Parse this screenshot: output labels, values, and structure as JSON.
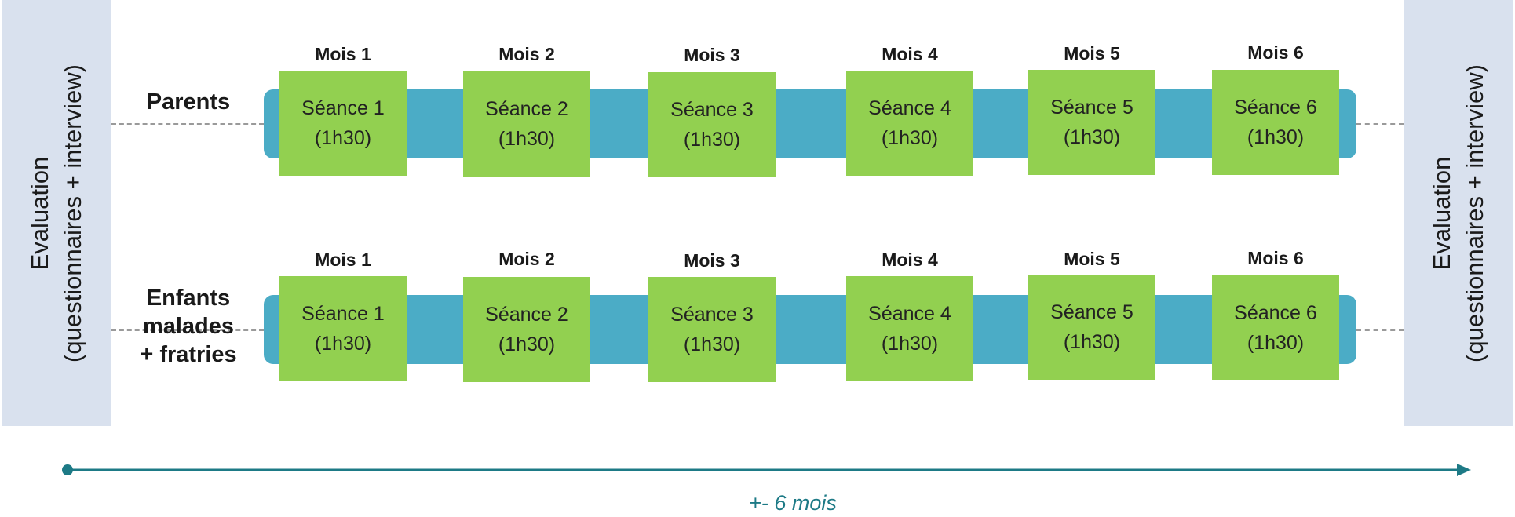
{
  "evaluation": {
    "left": {
      "line1": "Evaluation",
      "line2": "(questionnaires + interview)"
    },
    "right": {
      "line1": "Evaluation",
      "line2": "(questionnaires + interview)"
    }
  },
  "rows": [
    {
      "label_lines": [
        "Parents"
      ],
      "sessions": [
        {
          "month": "Mois 1",
          "name": "Séance 1",
          "duration": "(1h30)"
        },
        {
          "month": "Mois 2",
          "name": "Séance 2",
          "duration": "(1h30)"
        },
        {
          "month": "Mois 3",
          "name": "Séance 3",
          "duration": "(1h30)"
        },
        {
          "month": "Mois 4",
          "name": "Séance 4",
          "duration": "(1h30)"
        },
        {
          "month": "Mois 5",
          "name": "Séance 5",
          "duration": "(1h30)"
        },
        {
          "month": "Mois 6",
          "name": "Séance 6",
          "duration": "(1h30)"
        }
      ]
    },
    {
      "label_lines": [
        "Enfants",
        "malades",
        "+ fratries"
      ],
      "sessions": [
        {
          "month": "Mois 1",
          "name": "Séance 1",
          "duration": "(1h30)"
        },
        {
          "month": "Mois 2",
          "name": "Séance 2",
          "duration": "(1h30)"
        },
        {
          "month": "Mois 3",
          "name": "Séance 3",
          "duration": "(1h30)"
        },
        {
          "month": "Mois 4",
          "name": "Séance 4",
          "duration": "(1h30)"
        },
        {
          "month": "Mois 5",
          "name": "Séance 5",
          "duration": "(1h30)"
        },
        {
          "month": "Mois 6",
          "name": "Séance 6",
          "duration": "(1h30)"
        }
      ]
    }
  ],
  "timeline": {
    "label": "+- 6 mois"
  },
  "colors": {
    "session_box": "#92d050",
    "band": "#4bacc6",
    "evaluation_panel": "#d9e1ee",
    "timeline": "#1d7a86"
  }
}
